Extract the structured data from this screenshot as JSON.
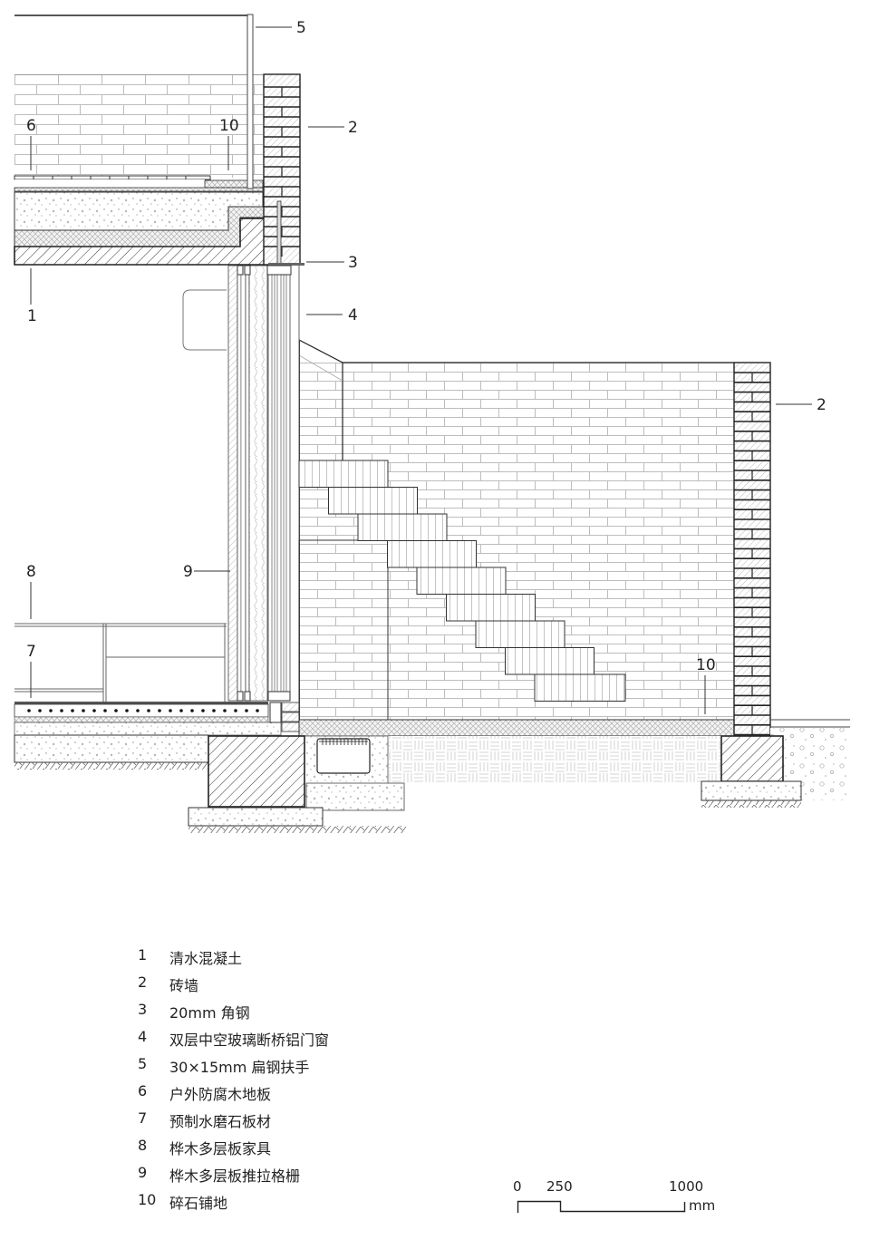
{
  "drawing": {
    "title": "Wall section detail",
    "callouts": [
      {
        "id": "callout-5",
        "label": "5"
      },
      {
        "id": "callout-2-top",
        "label": "2"
      },
      {
        "id": "callout-6",
        "label": "6"
      },
      {
        "id": "callout-10-top",
        "label": "10"
      },
      {
        "id": "callout-3",
        "label": "3"
      },
      {
        "id": "callout-1",
        "label": "1"
      },
      {
        "id": "callout-4",
        "label": "4"
      },
      {
        "id": "callout-2-right",
        "label": "2"
      },
      {
        "id": "callout-8",
        "label": "8"
      },
      {
        "id": "callout-9",
        "label": "9"
      },
      {
        "id": "callout-7",
        "label": "7"
      },
      {
        "id": "callout-10-bottom",
        "label": "10"
      }
    ]
  },
  "legend": {
    "items": [
      {
        "num": "1",
        "text": "清水混凝土"
      },
      {
        "num": "2",
        "text": "砖墙"
      },
      {
        "num": "3",
        "text": "20mm 角钢"
      },
      {
        "num": "4",
        "text": "双层中空玻璃断桥铝门窗"
      },
      {
        "num": "5",
        "text": "30×15mm 扁钢扶手"
      },
      {
        "num": "6",
        "text": "户外防腐木地板"
      },
      {
        "num": "7",
        "text": "预制水磨石板材"
      },
      {
        "num": "8",
        "text": "桦木多层板家具"
      },
      {
        "num": "9",
        "text": "桦木多层板推拉格栅"
      },
      {
        "num": "10",
        "text": "碎石铺地"
      }
    ]
  },
  "scale_bar": {
    "ticks": [
      "0",
      "250",
      "1000"
    ],
    "unit": "mm"
  },
  "colors": {
    "line": "#222222",
    "light_line": "#b5b5b5",
    "hatch": "#555555"
  }
}
